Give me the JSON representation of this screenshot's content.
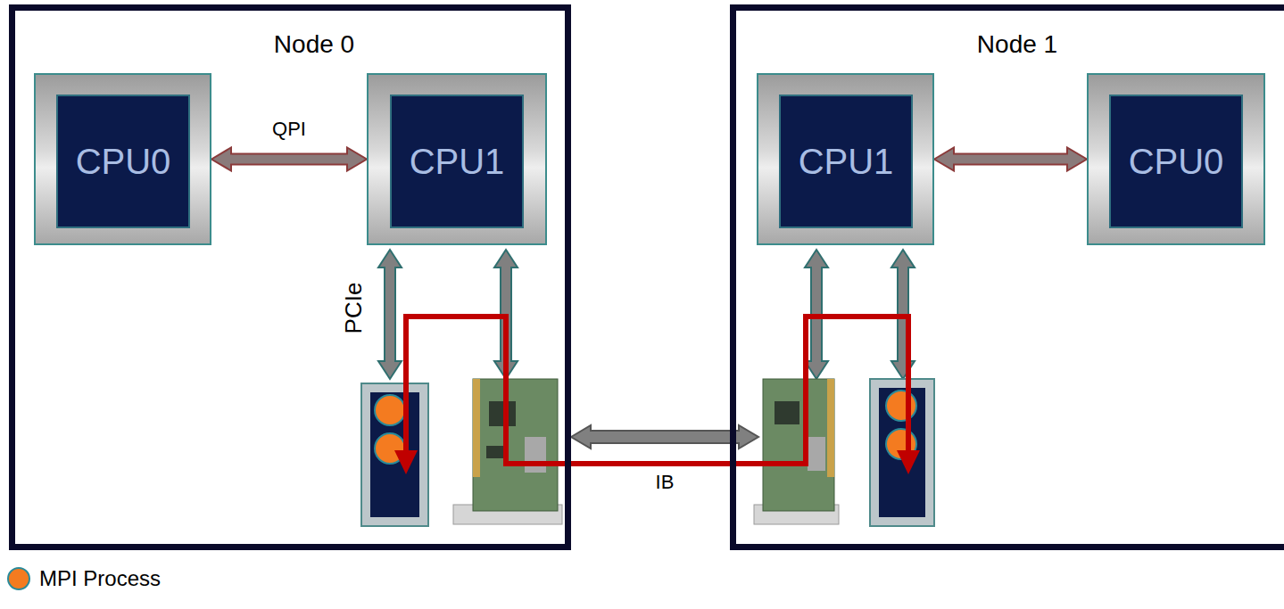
{
  "diagram": {
    "nodes": [
      {
        "text": [
          "Node 0"
        ]
      },
      {
        "text": [
          "CPU0"
        ],
        "in": 0
      },
      {
        "text": [
          "CPU1"
        ],
        "in": 0
      },
      {
        "text": [
          "Node 1"
        ]
      },
      {
        "text": [
          "CPU1"
        ],
        "in": 3
      },
      {
        "text": [
          "CPU0"
        ],
        "in": 3
      }
    ],
    "edges": [
      {
        "from": 1,
        "to": 2,
        "arrow": "both",
        "label": "QPI"
      },
      {
        "from": 4,
        "to": 5,
        "arrow": "both"
      }
    ],
    "labels": [
      "PCIe",
      "IB"
    ],
    "legend": [
      {
        "text": "MPI Process",
        "color": "#f47b20"
      }
    ]
  }
}
